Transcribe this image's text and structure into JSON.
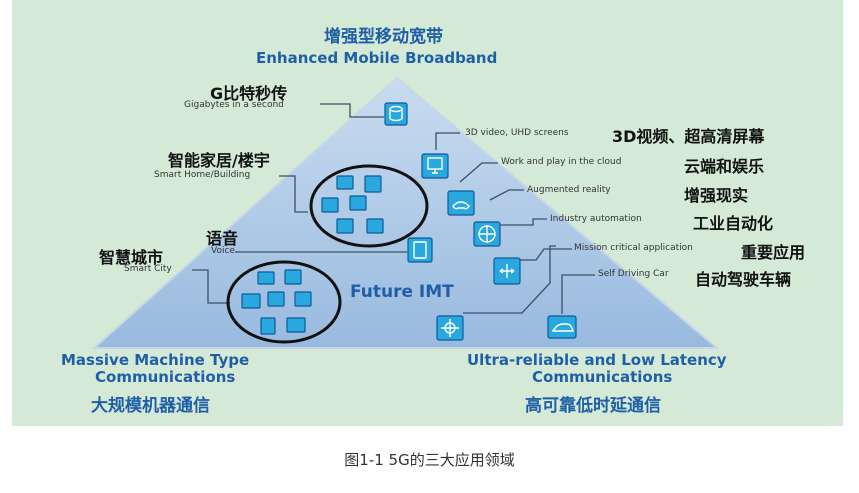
{
  "top": {
    "cn": "增强型移动宽带",
    "en": "Enhanced Mobile Broadband"
  },
  "left": {
    "en_line1": "Massive Machine Type",
    "en_line2": "Communications",
    "cn": "大规模机器通信"
  },
  "right": {
    "en_line1": "Ultra-reliable and Low Latency",
    "en_line2": "Communications",
    "cn": "高可靠低时延通信"
  },
  "center": "Future IMT",
  "left_callouts": [
    {
      "cn": "G比特秒传",
      "en": "Gigabytes in a second",
      "icon": "database-icon"
    },
    {
      "cn": "智能家居/楼宇",
      "en": "Smart Home/Building",
      "icon": "home-icon"
    },
    {
      "cn": "语音",
      "en": "Voice",
      "icon": "phone-icon"
    },
    {
      "cn": "智慧城市",
      "en": "Smart City",
      "icon": "city-icon"
    }
  ],
  "right_callouts": [
    {
      "en": "3D video, UHD screens",
      "cn": "3D视频、超高清屏幕",
      "icon": "monitor-icon"
    },
    {
      "en": "Work and play in the cloud",
      "cn": "云端和娱乐",
      "icon": "gamepad-icon"
    },
    {
      "en": "Augmented reality",
      "cn": "增强现实",
      "icon": "globe-icon"
    },
    {
      "en": "Industry automation",
      "cn": "工业自动化",
      "icon": "robot-icon"
    },
    {
      "en": "Mission critical  application",
      "cn": "重要应用",
      "icon": "network-icon"
    },
    {
      "en": "Self Driving Car",
      "cn": "自动驾驶车辆",
      "icon": "car-icon"
    }
  ],
  "caption": "图1-1 5G的三大应用领域",
  "colors": {
    "triangle": "#aecbe8",
    "icon_fill": "#29a8e0",
    "title_blue": "#1f5fa8",
    "panel_bg": "#d4ead6"
  }
}
